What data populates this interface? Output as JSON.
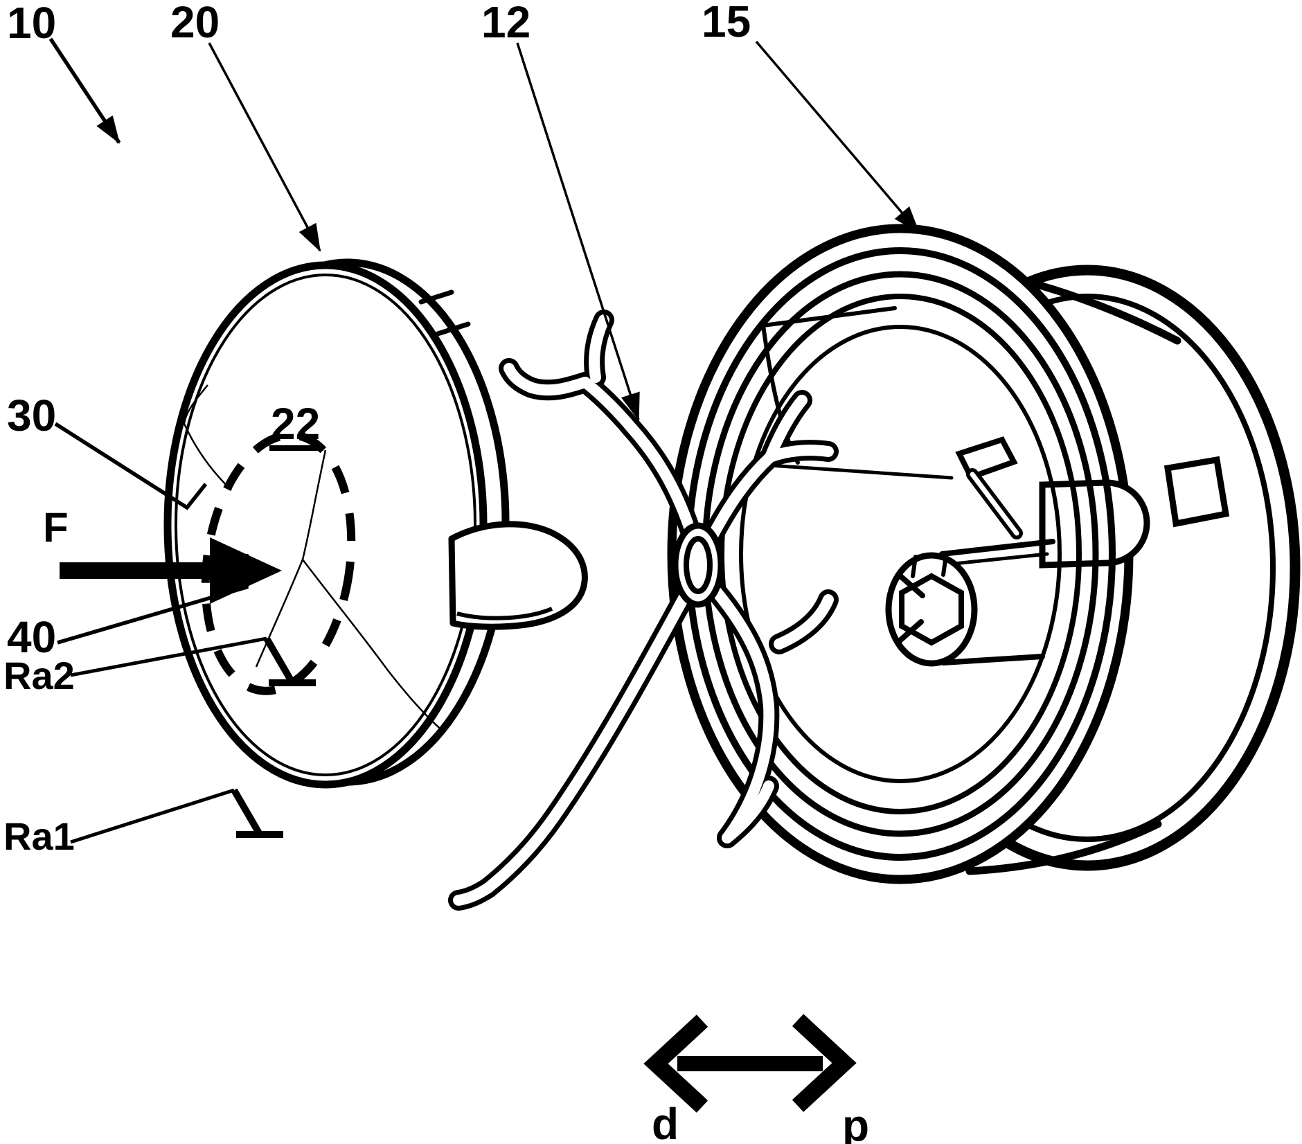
{
  "figure": {
    "type": "patent-exploded-view-line-drawing",
    "background_color": "#ffffff",
    "ink_color": "#000000",
    "reference_labels": {
      "assembly": "10",
      "cap_disc": "20",
      "recess": "22",
      "spider": "12",
      "housing": "15",
      "front_surface": "30",
      "center_stem": "40",
      "force": "F",
      "roughness_recess": "Ra2",
      "roughness_face": "Ra1",
      "motion_depress": "d",
      "motion_release": "p"
    }
  }
}
